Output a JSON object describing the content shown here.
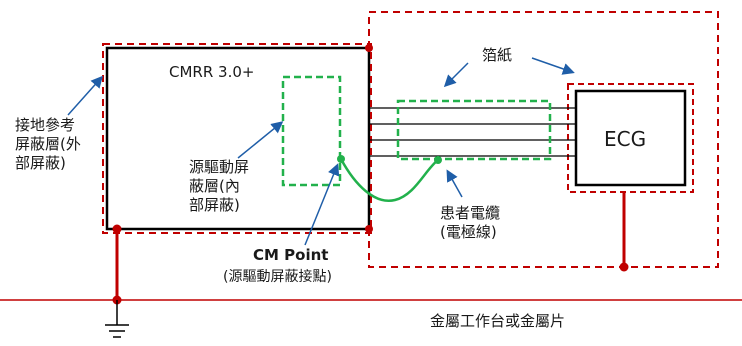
{
  "labels": {
    "cmrr": "CMRR 3.0+",
    "ground_ref_shield": "接地參考\n屏蔽層(外\n部屏蔽)",
    "source_shield": "源驅動屏\n蔽層(內\n部屏蔽)",
    "foil": "箔紙",
    "ecg": "ECG",
    "patient_cable": "患者電纜\n(電極線)",
    "cm_point": "CM Point",
    "cm_point_sub": "(源驅動屏蔽接點)",
    "metal_bench": "金屬工作台或金屬片"
  },
  "colors": {
    "red_dashed": "#c00000",
    "green_dashed": "#22b14c",
    "arrow_blue": "#1f5ea8",
    "box_black": "#000000",
    "ground_red": "#c00000"
  },
  "icons": {
    "ground": "ground-symbol-icon"
  }
}
